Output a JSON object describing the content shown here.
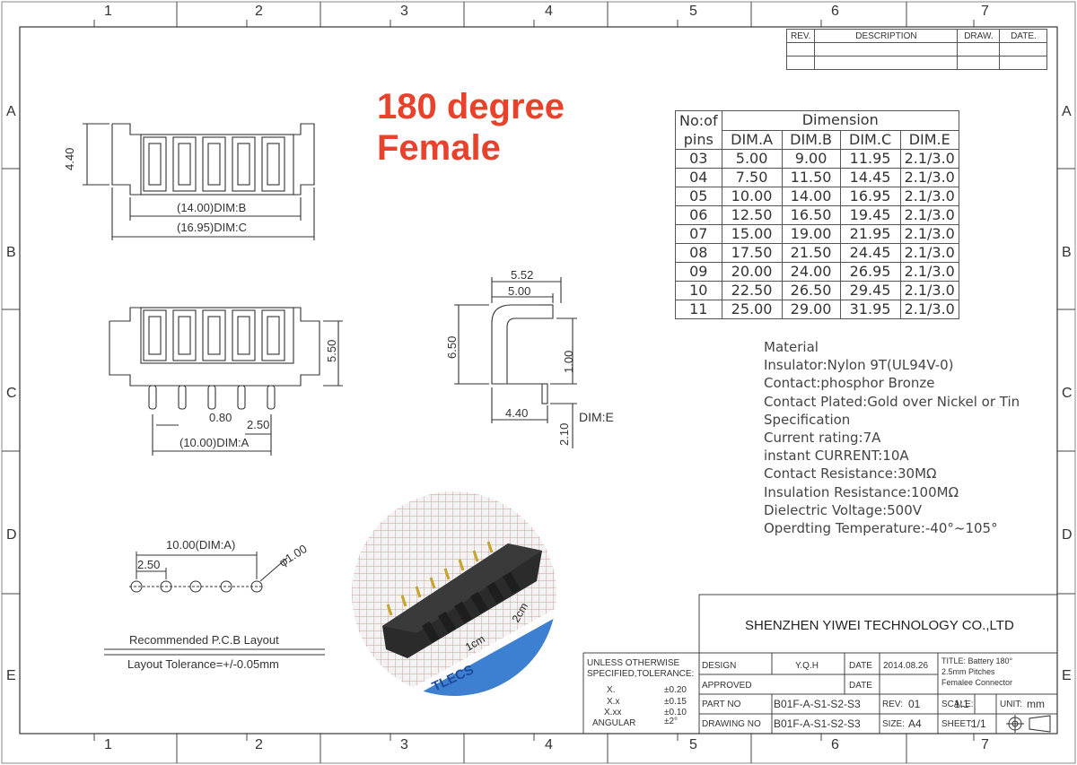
{
  "heading": {
    "line1": "180 degree",
    "line2": "Female"
  },
  "border": {
    "columns": [
      "1",
      "2",
      "3",
      "4",
      "5",
      "6",
      "7"
    ],
    "rows": [
      "A",
      "B",
      "C",
      "D",
      "E"
    ]
  },
  "revision_table": {
    "headers": [
      "REV.",
      "DESCRIPTION",
      "DRAW.",
      "DATE."
    ]
  },
  "dimension_table": {
    "col_header_1": "No:of",
    "col_header_1b": "pins",
    "group_header": "Dimension",
    "headers": [
      "DIM.A",
      "DIM.B",
      "DIM.C",
      "DIM.E"
    ],
    "rows": [
      [
        "03",
        "5.00",
        "9.00",
        "11.95",
        "2.1/3.0"
      ],
      [
        "04",
        "7.50",
        "11.50",
        "14.45",
        "2.1/3.0"
      ],
      [
        "05",
        "10.00",
        "14.00",
        "16.95",
        "2.1/3.0"
      ],
      [
        "06",
        "12.50",
        "16.50",
        "19.45",
        "2.1/3.0"
      ],
      [
        "07",
        "15.00",
        "19.00",
        "21.95",
        "2.1/3.0"
      ],
      [
        "08",
        "17.50",
        "21.50",
        "24.45",
        "2.1/3.0"
      ],
      [
        "09",
        "20.00",
        "24.00",
        "26.95",
        "2.1/3.0"
      ],
      [
        "10",
        "22.50",
        "26.50",
        "29.45",
        "2.1/3.0"
      ],
      [
        "11",
        "25.00",
        "29.00",
        "31.95",
        "2.1/3.0"
      ]
    ]
  },
  "material": [
    "Material",
    "Insulator:Nylon 9T(UL94V-0)",
    "Contact:phosphor Bronze",
    "Contact Plated:Gold over Nickel or Tin",
    "Specification",
    "Current rating:7A",
    "instant CURRENT:10A",
    "Contact Resistance:30MΩ",
    "Insulation Resistance:100MΩ",
    "Dielectric Voltage:500V",
    "Operdting Temperature:-40°~105°"
  ],
  "top_view": {
    "height": "4.40",
    "dim_b": "(14.00)DIM:B",
    "dim_c": "(16.95)DIM:C"
  },
  "front_view": {
    "height": "5.50",
    "pin_width": "0.80",
    "pitch": "2.50",
    "dim_a": "(10.00)DIM:A"
  },
  "side_view": {
    "w1": "5.52",
    "w2": "5.00",
    "h1": "6.50",
    "h2": "1.00",
    "base": "4.40",
    "pin": "2.10",
    "dim_e": "DIM:E"
  },
  "pcb": {
    "dim_a": "10.00(DIM:A)",
    "pitch": "2.50",
    "hole": "φ1.00",
    "title": "Recommended P.C.B Layout",
    "tolerance": "Layout Tolerance=+/-0.05mm"
  },
  "photo": {
    "scale_1cm": "1cm",
    "scale_2cm": "2cm",
    "brand": "TLECS"
  },
  "title_block": {
    "company": "SHENZHEN YIWEI TECHNOLOGY CO.,LTD",
    "tol_head1": "UNLESS OTHERWISE",
    "tol_head2": "SPECIFIED,TOLERANCE:",
    "tol_rows": [
      [
        "X.",
        "±0.20"
      ],
      [
        "X.x",
        "±0.15"
      ],
      [
        "X.xx",
        "±0.10"
      ],
      [
        "ANGULAR",
        "±2°"
      ]
    ],
    "design_label": "DESIGN",
    "design_value": "Y.Q.H",
    "date_label": "DATE",
    "date_value": "2014.08.26",
    "approved_label": "APPROVED",
    "date_label2": "DATE",
    "title_lines": [
      "TITLE: Battery 180°",
      "2.5mm Pitches",
      "Femalee Connector"
    ],
    "part_label": "PART NO",
    "part_value": "B01F-A-S1-S2-S3",
    "rev_label": "REV:",
    "rev_value": "01",
    "scale_label": "SCALE:",
    "scale_value": "1:1",
    "unit_label": "UNIT:",
    "unit_value": "mm",
    "drawing_label": "DRAWING NO",
    "drawing_value": "B01F-A-S1-S2-S3",
    "size_label": "SIZE:",
    "size_value": "A4",
    "sheet_label": "SHEET:",
    "sheet_value": "1/1"
  }
}
